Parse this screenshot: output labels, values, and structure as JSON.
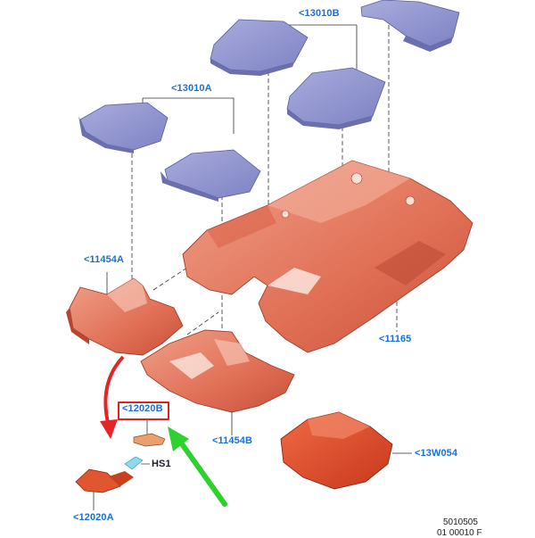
{
  "parts": {
    "mat_rear_13010b": "<13010B",
    "mat_front_13010a": "<13010A",
    "carpet_front_left_11454a": "<11454A",
    "carpet_main_11165": "<11165",
    "carpet_front_right_11454b": "<11454B",
    "insert_12020b": "<12020B",
    "fastener_hs1": "HS1",
    "trim_12020a": "<12020A",
    "pad_13w054": "<13W054"
  },
  "reference": {
    "line1": "5010505",
    "line2": "01 00010 F"
  },
  "colors": {
    "label_blue": "#1a6fd6",
    "mat_fill": "#8f93cf",
    "carpet_fill": "#e2735a",
    "pad_fill": "#d8452a",
    "highlight_red": "#e0201f",
    "arrow_green": "#2ed12e",
    "arrow_red": "#e52424"
  }
}
